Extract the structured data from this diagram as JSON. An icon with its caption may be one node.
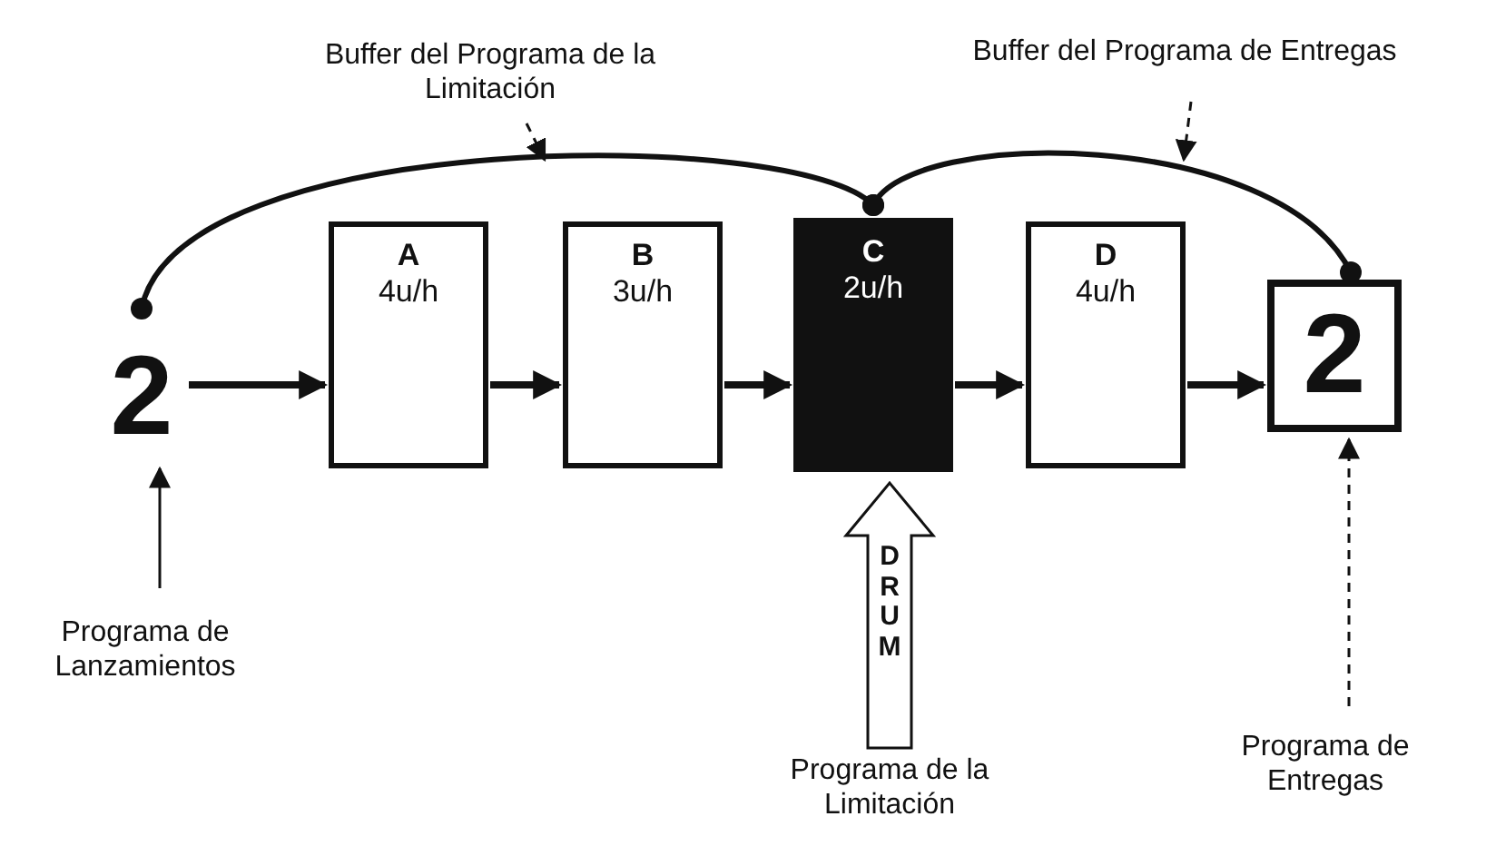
{
  "diagram": {
    "nodes": [
      {
        "text": [
          "2"
        ]
      },
      {
        "text": [
          "A",
          "4u/h"
        ]
      },
      {
        "text": [
          "B",
          "3u/h"
        ]
      },
      {
        "text": [
          "C",
          "2u/h"
        ]
      },
      {
        "text": [
          "D",
          "4u/h"
        ]
      },
      {
        "text": [
          "2"
        ]
      },
      {
        "text": [
          "Programa de Lanzamientos"
        ]
      },
      {
        "text": [
          "DRUM"
        ],
        "beside": [
          "Programa de la Limitación"
        ]
      },
      {
        "text": [
          "Programa de Entregas"
        ]
      },
      {
        "text": [
          "Buffer del Programa de la Limitación"
        ]
      },
      {
        "text": [
          "Buffer del Programa de Entregas"
        ]
      }
    ],
    "edges": [
      {
        "from": 0,
        "to": 1,
        "arrow": "to"
      },
      {
        "from": 1,
        "to": 2,
        "arrow": "to"
      },
      {
        "from": 2,
        "to": 3,
        "arrow": "to"
      },
      {
        "from": 3,
        "to": 4,
        "arrow": "to"
      },
      {
        "from": 4,
        "to": 5,
        "arrow": "to"
      },
      {
        "from": 0,
        "to": 3,
        "arrow": "other"
      },
      {
        "from": 3,
        "to": 5,
        "arrow": "other"
      },
      {
        "from": 6,
        "to": 0,
        "arrow": "to"
      },
      {
        "from": 8,
        "to": 5,
        "arrow": "to",
        "style": "dashed"
      },
      {
        "from": 9,
        "to": null,
        "arrow": "to",
        "style": "dashed"
      },
      {
        "from": 10,
        "to": null,
        "arrow": "to",
        "style": "dashed"
      }
    ]
  }
}
